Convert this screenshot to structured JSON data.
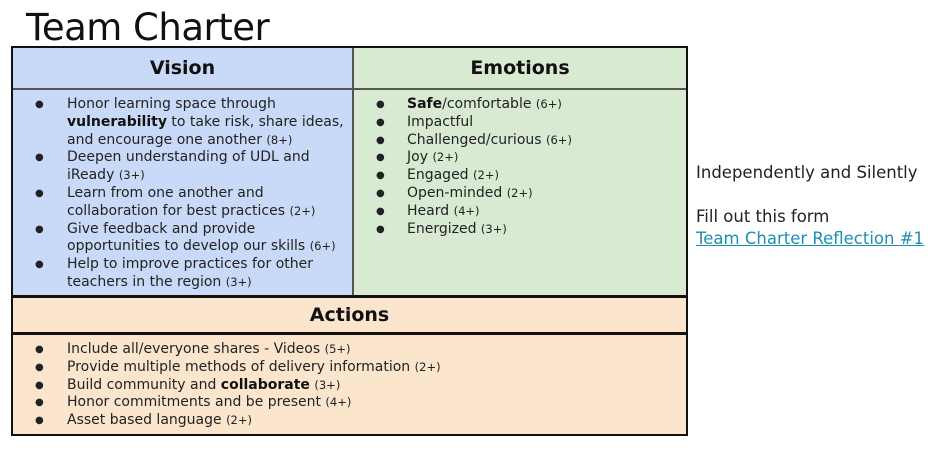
{
  "title": "Team Charter",
  "vision": {
    "header": "Vision",
    "items": [
      {
        "pre": "Honor learning space through ",
        "bold": "vulnerability",
        "post": " to take risk, share ideas, and encourage one another",
        "count": "(8+)"
      },
      {
        "pre": "Deepen understanding of UDL and iReady",
        "bold": "",
        "post": "",
        "count": "(3+)"
      },
      {
        "pre": "Learn from one another and collaboration for best practices",
        "bold": "",
        "post": "",
        "count": "(2+)"
      },
      {
        "pre": "Give feedback and provide opportunities to develop our skills",
        "bold": "",
        "post": "",
        "count": "(6+)"
      },
      {
        "pre": "Help to improve practices for other teachers in the region",
        "bold": "",
        "post": "",
        "count": "(3+)"
      }
    ]
  },
  "emotions": {
    "header": "Emotions",
    "items": [
      {
        "bold": "Safe",
        "text": "/comfortable",
        "count": "(6+)"
      },
      {
        "bold": "",
        "text": "Impactful",
        "count": ""
      },
      {
        "bold": "",
        "text": "Challenged/curious",
        "count": "(6+)"
      },
      {
        "bold": "",
        "text": "Joy",
        "count": "(2+)"
      },
      {
        "bold": "",
        "text": "Engaged",
        "count": "(2+)"
      },
      {
        "bold": "",
        "text": "Open-minded",
        "count": "(2+)"
      },
      {
        "bold": "",
        "text": "Heard",
        "count": "(4+)"
      },
      {
        "bold": "",
        "text": "Energized",
        "count": "(3+)"
      }
    ]
  },
  "actions": {
    "header": "Actions",
    "items": [
      {
        "pre": "Include all/everyone shares - Videos",
        "bold": "",
        "post": "",
        "count": "(5+)"
      },
      {
        "pre": "Provide multiple methods of delivery information",
        "bold": "",
        "post": "",
        "count": "(2+)"
      },
      {
        "pre": "Build community and ",
        "bold": "collaborate",
        "post": "",
        "count": "(3+)"
      },
      {
        "pre": "Honor commitments and be present",
        "bold": "",
        "post": "",
        "count": "(4+)"
      },
      {
        "pre": "Asset based language",
        "bold": "",
        "post": "",
        "count": "(2+)"
      }
    ]
  },
  "side": {
    "instruction": "Independently and Silently",
    "prompt": "Fill out this form",
    "link_text": "Team Charter Reflection #1"
  }
}
